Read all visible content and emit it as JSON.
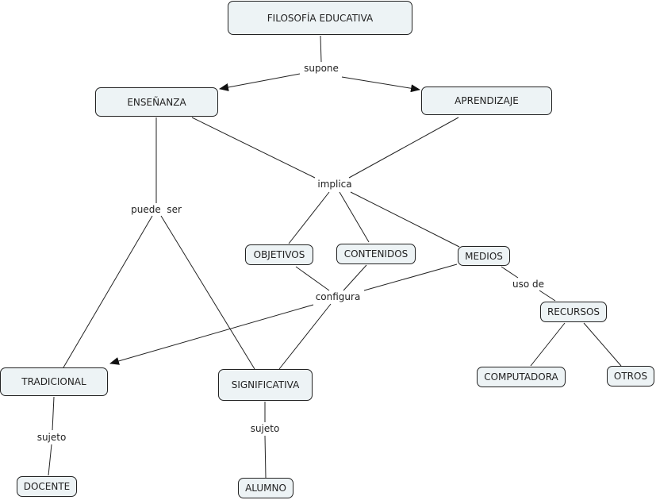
{
  "title": "FILOSOFÍA EDUCATIVA",
  "concepts": {
    "filosofia": "FILOSOFÍA EDUCATIVA",
    "ensenanza": "ENSEÑANZA",
    "aprendizaje": "APRENDIZAJE",
    "objetivos": "OBJETIVOS",
    "contenidos": "CONTENIDOS",
    "medios": "MEDIOS",
    "recursos": "RECURSOS",
    "computadora": "COMPUTADORA",
    "otros": "OTROS",
    "tradicional": "TRADICIONAL",
    "significativa": "SIGNIFICATIVA",
    "docente": "DOCENTE",
    "alumno": "ALUMNO"
  },
  "linking_phrases": {
    "supone": "supone",
    "implica": "implica",
    "puede_ser": "puede  ser",
    "configura": "configura",
    "uso_de": "uso de",
    "sujeto_trad": "sujeto",
    "sujeto_sig": "sujeto"
  },
  "relations": [
    {
      "from": "filosofia",
      "via": "supone",
      "to": [
        "ensenanza",
        "aprendizaje"
      ]
    },
    {
      "from": [
        "ensenanza",
        "aprendizaje"
      ],
      "via": "implica",
      "to": [
        "objetivos",
        "contenidos",
        "medios"
      ]
    },
    {
      "from": "ensenanza",
      "via": "puede_ser",
      "to": [
        "tradicional",
        "significativa"
      ]
    },
    {
      "from": [
        "objetivos",
        "contenidos",
        "medios"
      ],
      "via": "configura",
      "to": [
        "tradicional",
        "significativa"
      ]
    },
    {
      "from": "medios",
      "via": "uso_de",
      "to": [
        "recursos"
      ]
    },
    {
      "from": "recursos",
      "via": null,
      "to": [
        "computadora",
        "otros"
      ]
    },
    {
      "from": "tradicional",
      "via": "sujeto_trad",
      "to": [
        "docente"
      ]
    },
    {
      "from": "significativa",
      "via": "sujeto_sig",
      "to": [
        "alumno"
      ]
    }
  ],
  "colors": {
    "node_fill": "#edf3f5",
    "line": "#222222"
  }
}
